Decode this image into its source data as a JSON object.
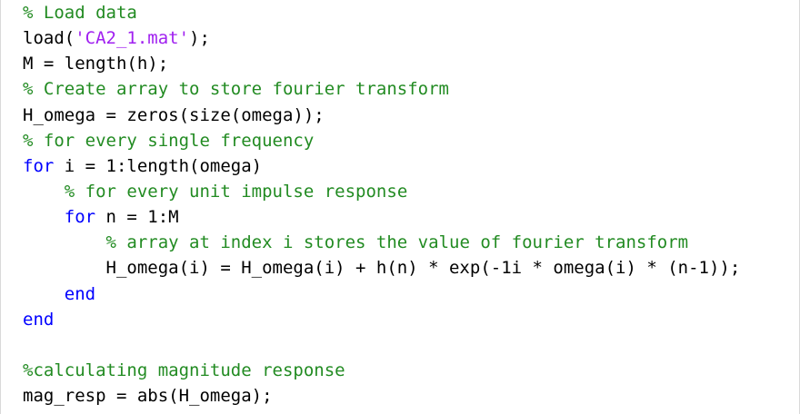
{
  "editor": {
    "lines": [
      [
        {
          "t": "% Load data",
          "c": "comment"
        }
      ],
      [
        {
          "t": "load(",
          "c": "plain"
        },
        {
          "t": "'CA2_1.mat'",
          "c": "string"
        },
        {
          "t": ");",
          "c": "plain"
        }
      ],
      [
        {
          "t": "M = length(h);",
          "c": "plain"
        }
      ],
      [
        {
          "t": "% Create array to store fourier transform",
          "c": "comment"
        }
      ],
      [
        {
          "t": "H_omega = zeros(size(omega));",
          "c": "plain"
        }
      ],
      [
        {
          "t": "% for every single frequency",
          "c": "comment"
        }
      ],
      [
        {
          "t": "for",
          "c": "keyword"
        },
        {
          "t": " i = 1:length(omega)",
          "c": "plain"
        }
      ],
      [
        {
          "t": "    ",
          "c": "plain"
        },
        {
          "t": "% for every unit impulse response",
          "c": "comment"
        }
      ],
      [
        {
          "t": "    ",
          "c": "plain"
        },
        {
          "t": "for",
          "c": "keyword"
        },
        {
          "t": " n = 1:M",
          "c": "plain"
        }
      ],
      [
        {
          "t": "        ",
          "c": "plain"
        },
        {
          "t": "% array at index i stores the value of fourier transform",
          "c": "comment"
        }
      ],
      [
        {
          "t": "        H_omega(i) = H_omega(i) + h(n) * exp(-1i * omega(i) * (n-1));",
          "c": "plain"
        }
      ],
      [
        {
          "t": "    ",
          "c": "plain"
        },
        {
          "t": "end",
          "c": "keyword"
        }
      ],
      [
        {
          "t": "end",
          "c": "keyword"
        }
      ],
      [
        {
          "t": "",
          "c": "plain"
        }
      ],
      [
        {
          "t": "%calculating magnitude response",
          "c": "comment"
        }
      ],
      [
        {
          "t": "mag_resp = abs(H_omega);",
          "c": "plain"
        }
      ]
    ]
  },
  "colors": {
    "comment": "#228b22",
    "keyword": "#0000ff",
    "string": "#a020f0",
    "plain": "#000000",
    "background": "#ffffff"
  }
}
